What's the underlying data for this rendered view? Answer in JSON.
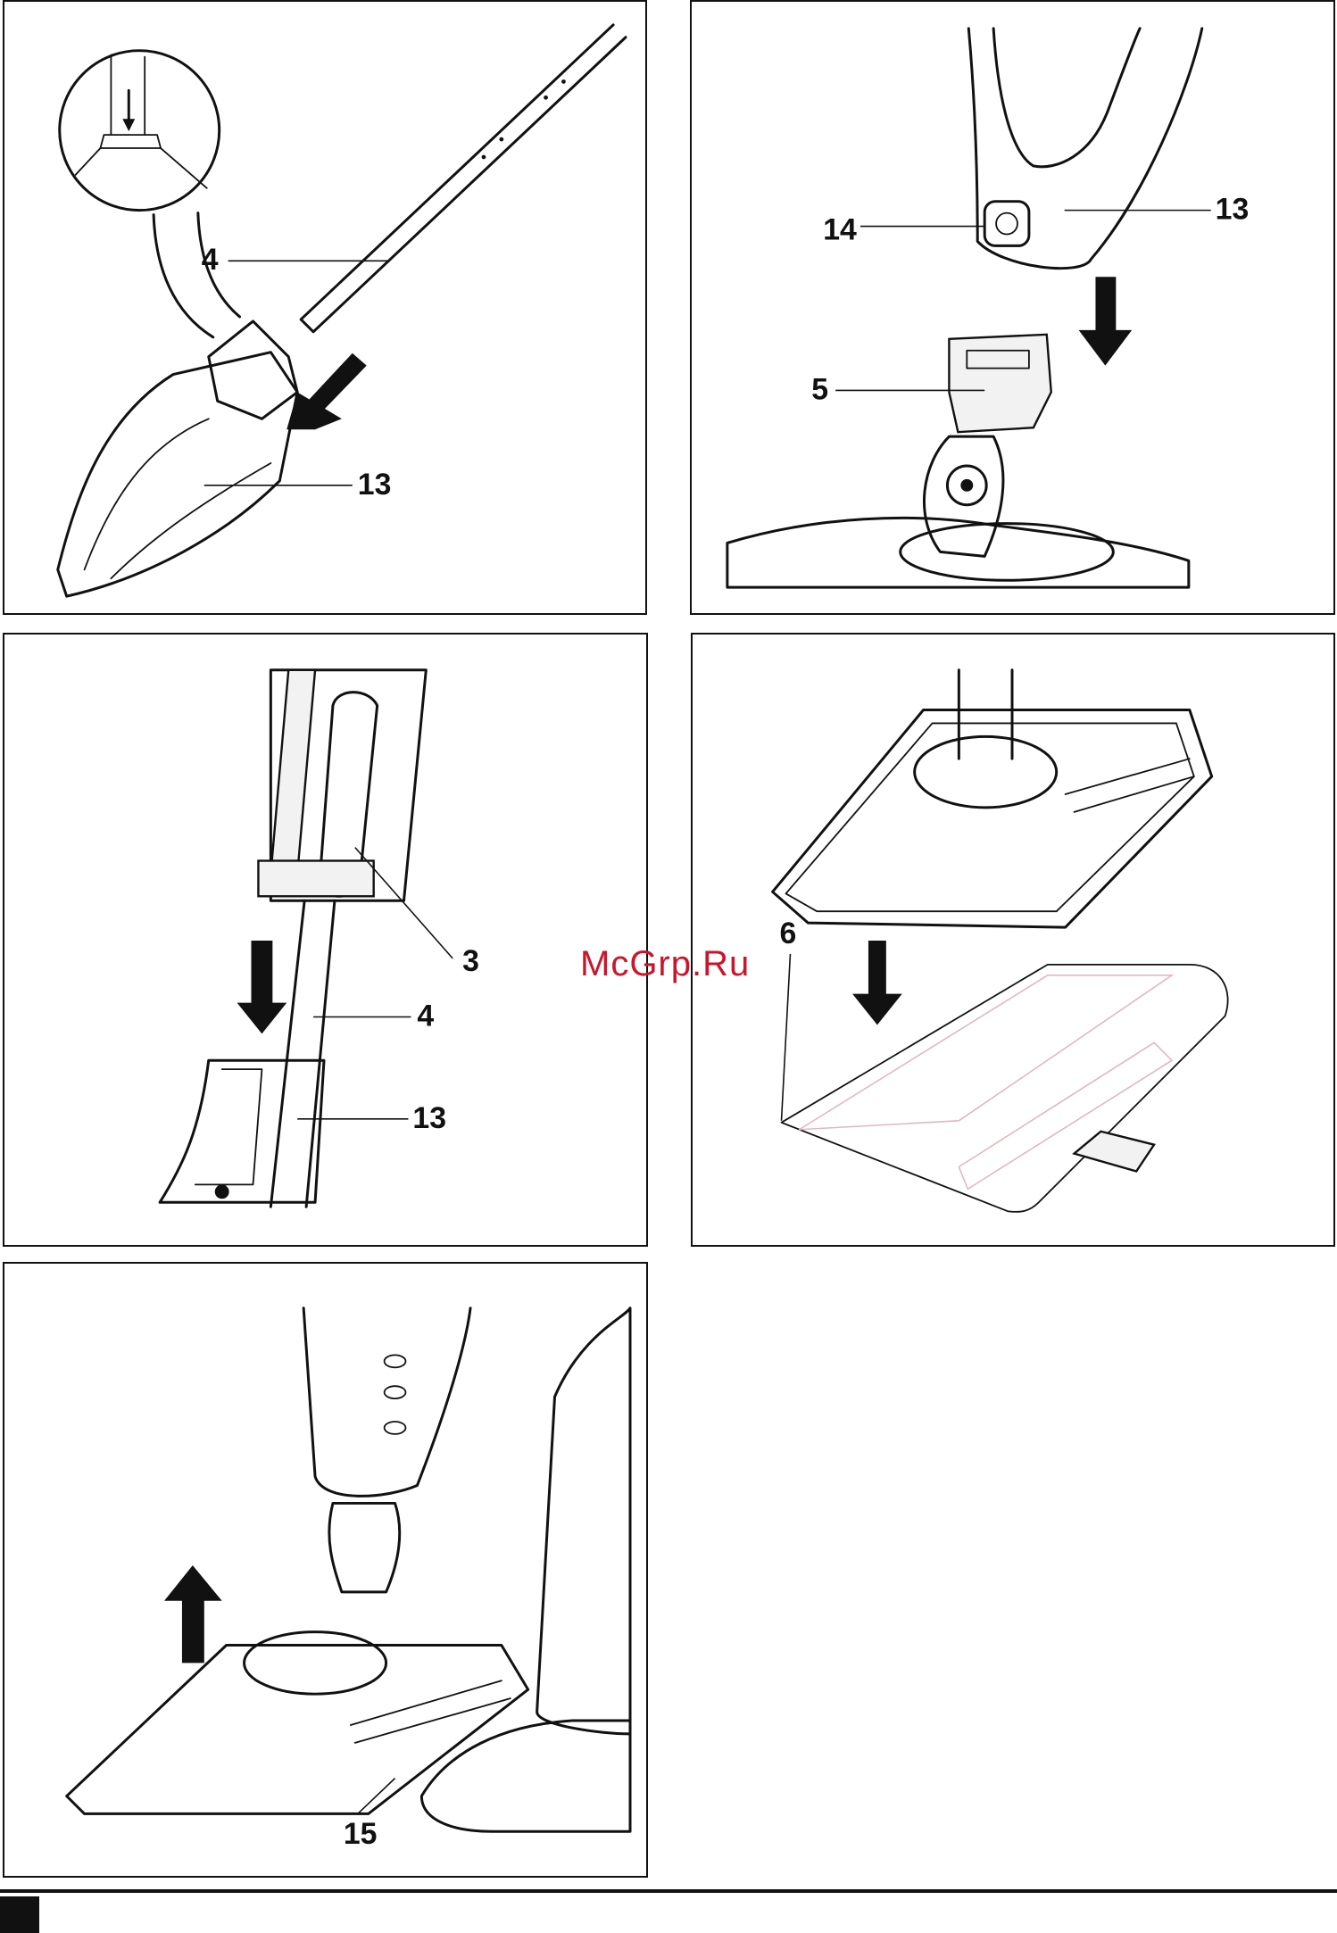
{
  "watermark": "McGrp.Ru",
  "panels": {
    "p1": {
      "callouts": [
        "4",
        "13"
      ]
    },
    "p2": {
      "callouts": [
        "14",
        "13",
        "5"
      ]
    },
    "p3": {
      "callouts": [
        "3",
        "4",
        "13"
      ]
    },
    "p4": {
      "callouts": [
        "6"
      ]
    },
    "p5": {
      "callouts": [
        "15"
      ]
    }
  },
  "colors": {
    "ink": "#111111",
    "watermark": "#c9162b",
    "pad_stitching": "#e2b7bf"
  },
  "icons": [
    "down-arrow-icon",
    "up-arrow-icon",
    "diagonal-arrow-icon"
  ]
}
